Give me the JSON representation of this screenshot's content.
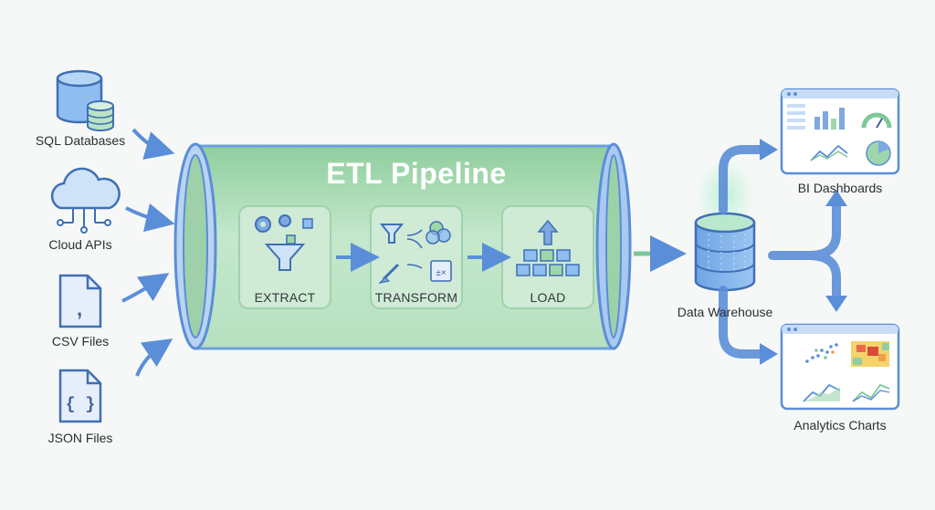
{
  "pipeline": {
    "title": "ETL Pipeline",
    "stages": [
      {
        "label": "EXTRACT"
      },
      {
        "label": "TRANSFORM"
      },
      {
        "label": "LOAD"
      }
    ]
  },
  "sources": [
    {
      "label": "SQL Databases",
      "icon": "database-icon"
    },
    {
      "label": "Cloud APIs",
      "icon": "cloud-icon"
    },
    {
      "label": "CSV Files",
      "icon": "csv-file-icon"
    },
    {
      "label": "JSON Files",
      "icon": "json-file-icon"
    }
  ],
  "warehouse": {
    "label": "Data Warehouse",
    "icon": "warehouse-icon"
  },
  "outputs": [
    {
      "label": "BI Dashboards",
      "icon": "dashboard-icon"
    },
    {
      "label": "Analytics Charts",
      "icon": "analytics-icon"
    }
  ],
  "colors": {
    "pipe_green": "#a8d8b0",
    "pipe_rim": "#6f9fe0",
    "accent_blue": "#5b8ed8",
    "accent_green": "#7cc89a"
  }
}
